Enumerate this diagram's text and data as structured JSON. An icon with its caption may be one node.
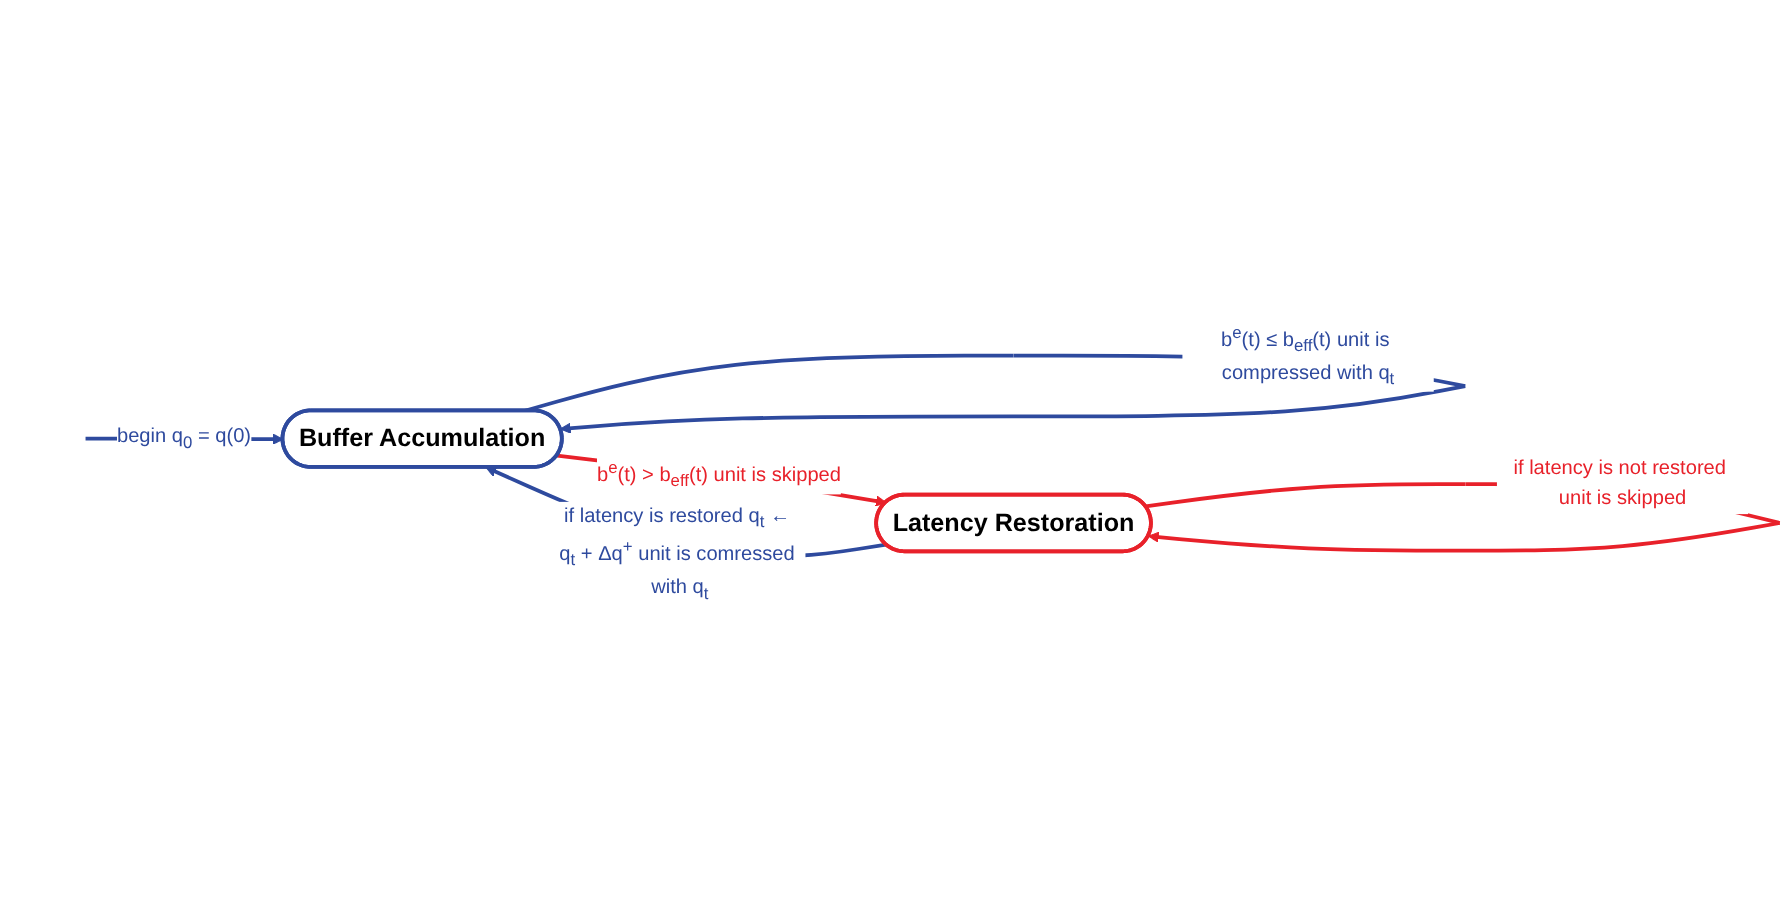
{
  "diagram": {
    "nodes": [
      {
        "text": [
          "Buffer Accumulation"
        ]
      },
      {
        "text": [
          "Latency Restoration"
        ]
      }
    ],
    "edges": [
      {
        "from": null,
        "to": 0,
        "arrow": "to",
        "label": "begin q$_{0}$ = q(0)"
      },
      {
        "from": 0,
        "to": 0,
        "arrow": "to",
        "label": "b$^{e}$(t) ≤ b$_{eff}$(t) unit is compressed with q$_{t}$"
      },
      {
        "from": 0,
        "to": 1,
        "arrow": "to",
        "label": "b$^{e}$(t) > b$_{eff}$(t) unit is skipped",
        "color": "#e8212a"
      },
      {
        "from": 1,
        "to": 1,
        "arrow": "to",
        "label": "if latency is not restored unit is skipped",
        "color": "#e8212a"
      },
      {
        "from": 1,
        "to": 0,
        "arrow": "to",
        "label": "if latency is restored q$_{t}$ ← q$_{t}$ + Δq$^{+}$ unit is comressed with q$_{t}$"
      }
    ]
  }
}
